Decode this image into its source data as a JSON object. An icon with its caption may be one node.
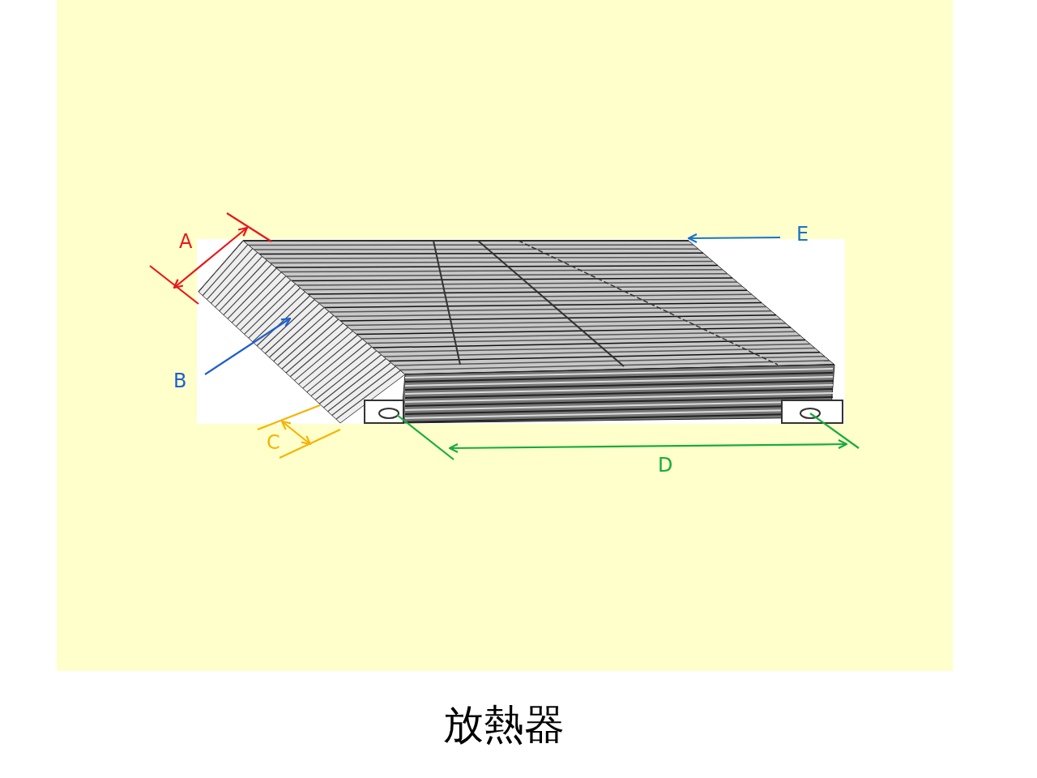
{
  "diagram": {
    "caption": "放熱器",
    "nodes": [
      {
        "text": [
          "B"
        ]
      },
      {
        "text": [
          "E"
        ]
      },
      {
        "text": [],
        "shape": "picture"
      }
    ],
    "edges": [
      {
        "from": 0,
        "to": 2,
        "arrow": "to"
      },
      {
        "from": 1,
        "to": 2,
        "arrow": "to"
      }
    ],
    "labels": [
      "A",
      "C",
      "D"
    ]
  }
}
